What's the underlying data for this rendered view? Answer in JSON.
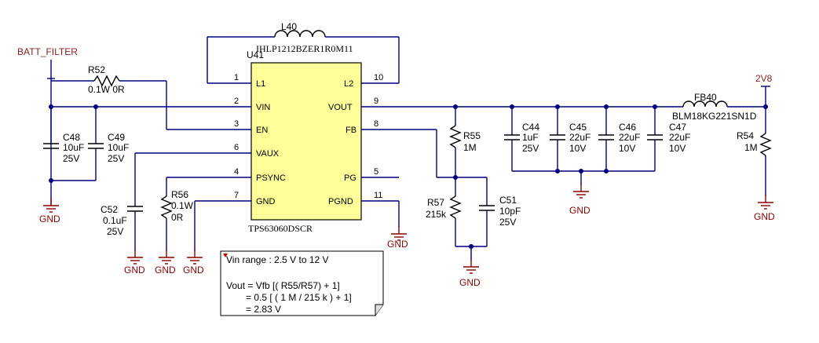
{
  "nets": {
    "batt": "BATT_FILTER",
    "rail": "2V8",
    "gnd": "GND"
  },
  "ic": {
    "ref": "U41",
    "part": "TPS63060DSCR",
    "left_pins": [
      {
        "num": "1",
        "name": "L1"
      },
      {
        "num": "2",
        "name": "VIN"
      },
      {
        "num": "3",
        "name": "EN"
      },
      {
        "num": "6",
        "name": "VAUX"
      },
      {
        "num": "4",
        "name": "PSYNC"
      },
      {
        "num": "7",
        "name": "GND"
      }
    ],
    "right_pins": [
      {
        "num": "10",
        "name": "L2"
      },
      {
        "num": "9",
        "name": "VOUT"
      },
      {
        "num": "8",
        "name": "FB"
      },
      {
        "num": "5",
        "name": "PG"
      },
      {
        "num": "11",
        "name": "PGND"
      }
    ]
  },
  "components": {
    "L40": {
      "ref": "L40",
      "value": "IHLP1212BZER1R0M11"
    },
    "R52": {
      "ref": "R52",
      "value": "0.1W 0R"
    },
    "C48": {
      "ref": "C48",
      "v1": "10uF",
      "v2": "25V"
    },
    "C49": {
      "ref": "C49",
      "v1": "10uF",
      "v2": "25V"
    },
    "C52": {
      "ref": "C52",
      "v1": "0.1uF",
      "v2": "25V"
    },
    "R56": {
      "ref": "R56",
      "v1": "0.1W",
      "v2": "0R"
    },
    "R55": {
      "ref": "R55",
      "value": "1M"
    },
    "R57": {
      "ref": "R57",
      "value": "215k"
    },
    "C51": {
      "ref": "C51",
      "v1": "10pF",
      "v2": "25V"
    },
    "C44": {
      "ref": "C44",
      "v1": "1uF",
      "v2": "25V"
    },
    "C45": {
      "ref": "C45",
      "v1": "22uF",
      "v2": "10V"
    },
    "C46": {
      "ref": "C46",
      "v1": "22uF",
      "v2": "10V"
    },
    "C47": {
      "ref": "C47",
      "v1": "22uF",
      "v2": "10V"
    },
    "FB40": {
      "ref": "FB40",
      "value": "BLM18KG221SN1D"
    },
    "R54": {
      "ref": "R54",
      "value": "1M"
    }
  },
  "note": {
    "line1": "Vin range : 2.5 V to 12 V",
    "line2": "Vout = Vfb [( R55/R57) + 1]",
    "line3": "= 0.5 [ ( 1 M / 215 k ) + 1]",
    "line4": "= 2.83 V"
  },
  "colors": {
    "wire": "#000080",
    "ic_fill": "#ffff99",
    "gnd": "#8b0000"
  }
}
